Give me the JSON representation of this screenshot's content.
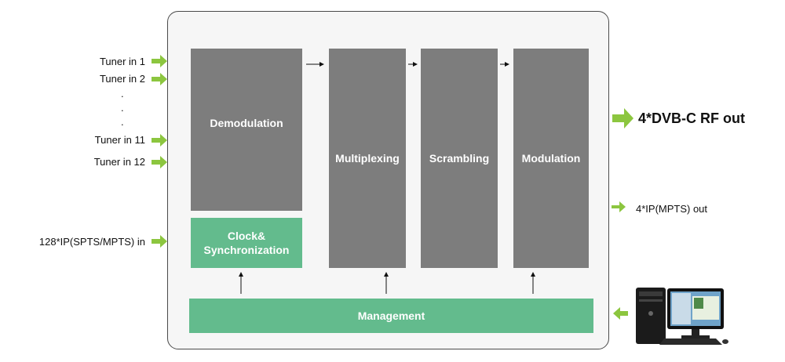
{
  "inputs": {
    "tuner1": "Tuner in 1",
    "tuner2": "Tuner in 2",
    "dot1": ".",
    "dot2": ".",
    "dot3": ".",
    "tuner11": "Tuner in 11",
    "tuner12": "Tuner in 12",
    "ip_in": "128*IP(SPTS/MPTS) in"
  },
  "blocks": {
    "demodulation": "Demodulation",
    "multiplexing": "Multiplexing",
    "scrambling": "Scrambling",
    "modulation": "Modulation",
    "clock_line1": "Clock&",
    "clock_line2": "Synchronization",
    "management": "Management"
  },
  "outputs": {
    "rf_out": "4*DVB-C RF out",
    "ip_out": "4*IP(MPTS) out"
  },
  "colors": {
    "block_gray": "#7d7d7d",
    "block_green": "#63bb8d",
    "arrow_green": "#8cc63f",
    "frame_fill": "#f6f6f6"
  },
  "icons": {
    "computer": "desktop-computer-icon"
  }
}
